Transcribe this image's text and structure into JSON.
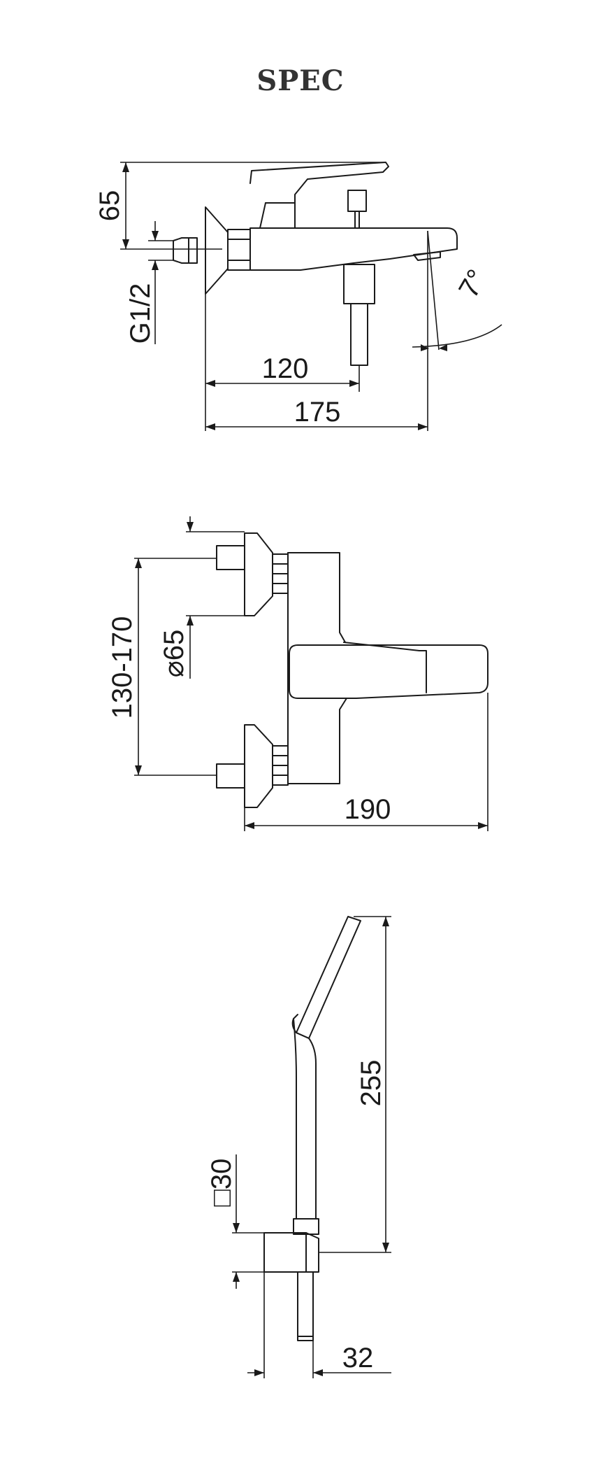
{
  "title": "SPEC",
  "views": {
    "side": {
      "dim_height": "65",
      "dim_thread": "G1/2",
      "dim_angle": "7°",
      "dim_inner": "120",
      "dim_overall": "175"
    },
    "front": {
      "dim_center": "130-170",
      "dim_escutcheon": "⌀65",
      "dim_width": "190"
    },
    "handshower": {
      "dim_length": "255",
      "dim_square": "□30",
      "dim_depth": "32"
    }
  }
}
